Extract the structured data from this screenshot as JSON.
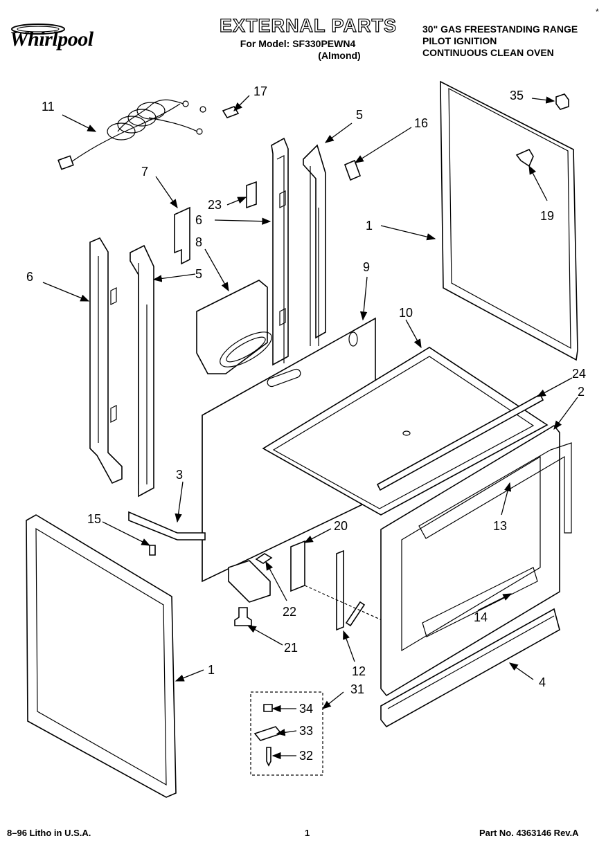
{
  "header": {
    "brand": "Whirlpool",
    "title": "EXTERNAL PARTS",
    "model_line": "For Model: SF330PEWN4",
    "color_line": "(Almond)",
    "product_lines": [
      "30\" GAS FREESTANDING RANGE",
      "PILOT IGNITION",
      "CONTINUOUS CLEAN OVEN"
    ]
  },
  "corner_mark": "*",
  "callouts": [
    "11",
    "17",
    "5",
    "16",
    "35",
    "7",
    "23",
    "6",
    "8",
    "1",
    "19",
    "6",
    "5",
    "9",
    "10",
    "24",
    "2",
    "3",
    "15",
    "20",
    "13",
    "22",
    "14",
    "21",
    "12",
    "1",
    "31",
    "4",
    "34",
    "33",
    "32"
  ],
  "footer": {
    "left": "8–96 Litho in U.S.A.",
    "center": "1",
    "right": "Part No. 4363146 Rev.A"
  }
}
